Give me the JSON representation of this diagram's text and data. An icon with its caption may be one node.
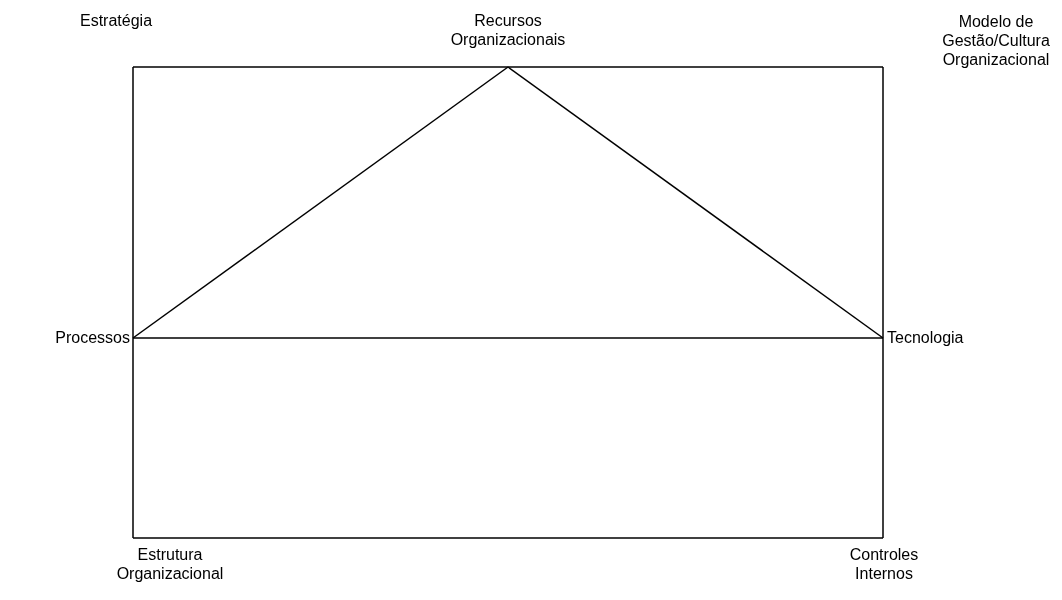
{
  "diagram": {
    "nodes": [
      {
        "text": [
          "Recursos Organizacionais"
        ]
      },
      {
        "text": [
          "Estratégia"
        ]
      },
      {
        "text": [
          "Modelo de Gestão/Cultura Organizacional"
        ]
      },
      {
        "text": [
          "Processos"
        ]
      },
      {
        "text": [
          "Tecnologia"
        ]
      },
      {
        "text": [
          "Estrutura Organizacional"
        ]
      },
      {
        "text": [
          "Controles Internos"
        ]
      }
    ],
    "edges": [
      {
        "from": 1,
        "to": 0,
        "arrow": "none"
      },
      {
        "from": 0,
        "to": 2,
        "arrow": "none"
      },
      {
        "from": 1,
        "to": 3,
        "arrow": "none"
      },
      {
        "from": 2,
        "to": 4,
        "arrow": "none"
      },
      {
        "from": 3,
        "to": 4,
        "arrow": "none"
      },
      {
        "from": 3,
        "to": 0,
        "arrow": "none"
      },
      {
        "from": 0,
        "to": 4,
        "arrow": "none"
      },
      {
        "from": 3,
        "to": 5,
        "arrow": "none"
      },
      {
        "from": 4,
        "to": 6,
        "arrow": "none"
      },
      {
        "from": 5,
        "to": 6,
        "arrow": "none"
      }
    ]
  }
}
